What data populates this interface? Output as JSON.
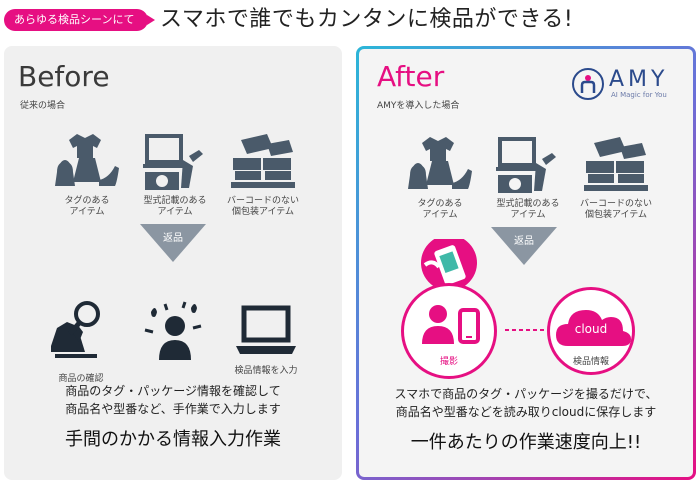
{
  "header": {
    "tag": "あらゆる検品シーンにて",
    "headline": "スマホで誰でもカンタンに検品ができる!"
  },
  "before": {
    "title": "Before",
    "subtitle": "従来の場合",
    "items": [
      {
        "label": "タグのある\nアイテム",
        "icon": "clothing-icon"
      },
      {
        "label": "型式記載のある\nアイテム",
        "icon": "appliance-icon"
      },
      {
        "label": "バーコードのない\n個包装アイテム",
        "icon": "packaged-goods-icon"
      }
    ],
    "arrow_label": "返品",
    "results": [
      {
        "label": "商品の確認",
        "icon": "inspect-icon"
      },
      {
        "label": "",
        "icon": "sweating-person-icon"
      },
      {
        "label": "検品情報を入力",
        "icon": "laptop-icon"
      }
    ],
    "description": "商品のタグ・パッケージ情報を確認して\n商品名や型番など、手作業で入力します",
    "summary": "手間のかかる情報入力作業"
  },
  "after": {
    "title": "After",
    "subtitle": "AMYを導入した場合",
    "logo": {
      "name": "AMY",
      "tagline": "AI Magic for You"
    },
    "items": [
      {
        "label": "タグのある\nアイテム",
        "icon": "clothing-icon"
      },
      {
        "label": "型式記載のある\nアイテム",
        "icon": "appliance-icon"
      },
      {
        "label": "バーコードのない\n個包装アイテム",
        "icon": "packaged-goods-icon"
      }
    ],
    "arrow_label": "返品",
    "results": [
      {
        "label": "撮影",
        "icon": "person-phone-icon"
      },
      {
        "label": "検品情報",
        "icon": "cloud-icon",
        "cloud_text": "cloud"
      }
    ],
    "description": "スマホで商品のタグ・パッケージを撮るだけで、\n商品名や型番などを読み取りcloudに保存します",
    "summary": "一件あたりの作業速度向上!!"
  },
  "colors": {
    "accent": "#e60f82",
    "icon": "#4a5a6a",
    "border_gradient": [
      "#2cb6d8",
      "#e60f82"
    ]
  }
}
